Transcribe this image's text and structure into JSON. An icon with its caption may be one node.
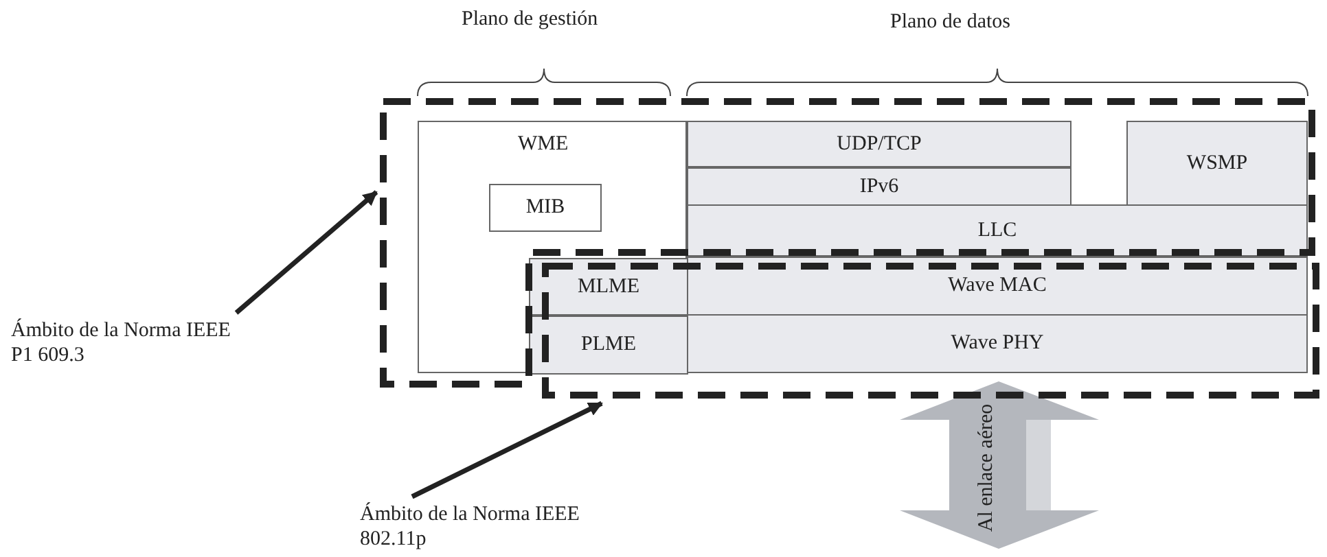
{
  "diagram": {
    "nodes": [
      {
        "text": [],
        "shape": "box"
      },
      {
        "text": [
          "WME"
        ],
        "in": 0
      },
      {
        "text": [
          "MIB"
        ],
        "in": 1
      },
      {
        "text": [
          "UDP/TCP"
        ],
        "in": 0
      },
      {
        "text": [
          "IPv6"
        ],
        "in": 0
      },
      {
        "text": [
          "WSMP"
        ],
        "in": 0
      },
      {
        "text": [
          "LLC"
        ],
        "in": 0
      },
      {
        "text": [],
        "shape": "box"
      },
      {
        "text": [
          "MLME"
        ],
        "in": 1
      },
      {
        "text": [
          "Wave MAC"
        ]
      },
      {
        "text": [
          "PLME"
        ],
        "in": 1
      },
      {
        "text": [
          "Wave PHY"
        ],
        "in": 7
      },
      {
        "text": [
          "Ámbito de la Norma IEEE P1 609.3"
        ]
      },
      {
        "text": [
          "Al enlace aéreo"
        ]
      },
      {
        "text": [
          "Ámbito de la Norma IEEE 802.11p"
        ]
      }
    ],
    "edges": [
      {
        "from": 12,
        "to": 0,
        "arrow": "to"
      },
      {
        "from": 14,
        "to": 7,
        "arrow": "to"
      }
    ],
    "labels": [
      "Plano de gestión",
      "Plano de datos"
    ]
  }
}
